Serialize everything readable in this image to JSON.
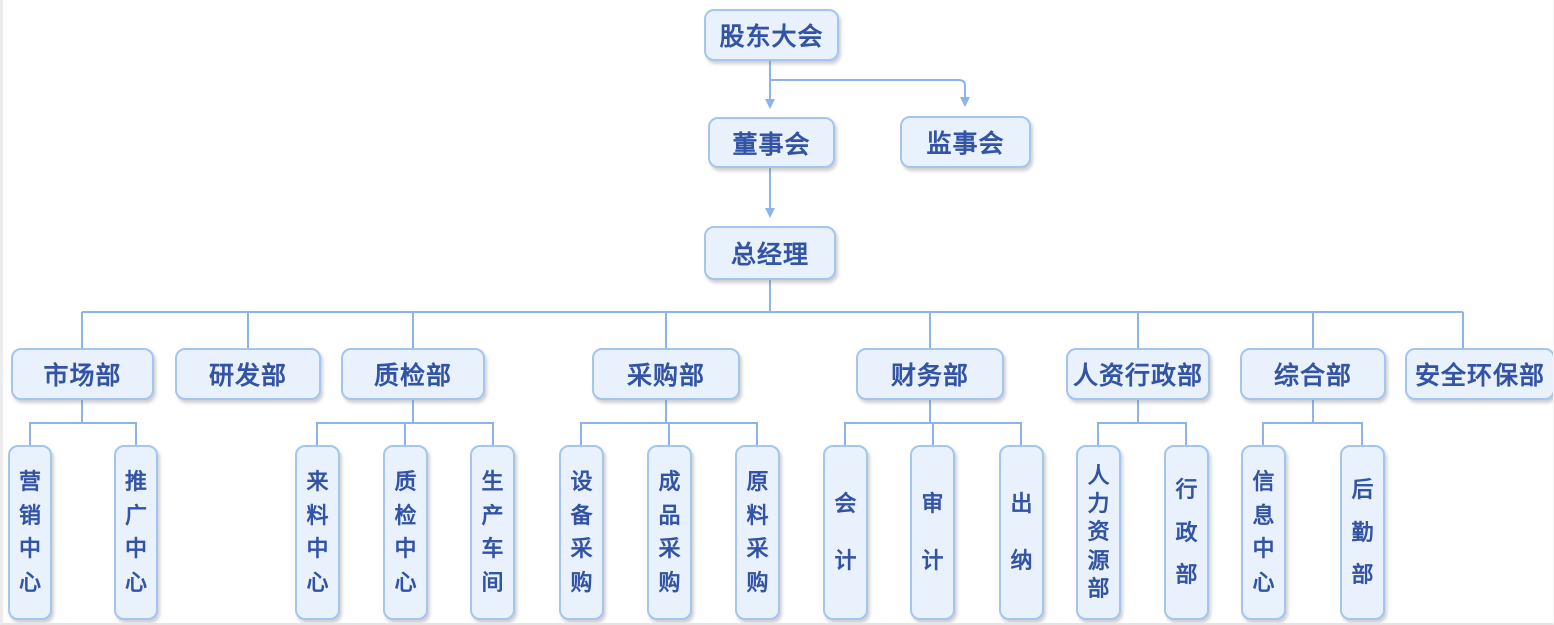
{
  "theme": {
    "node_fill": "#e9f1fd",
    "node_border": "#a3c6f1",
    "node_text": "#3353a4",
    "line_color": "#8ab4ea"
  },
  "org": {
    "level1": {
      "shareholders": "股东大会"
    },
    "level2": {
      "board": "董事会",
      "supervisory": "监事会"
    },
    "level3": {
      "general_manager": "总经理"
    },
    "departments": [
      {
        "label": "市场部",
        "children": [
          "营销中心",
          "推广中心"
        ]
      },
      {
        "label": "研发部",
        "children": []
      },
      {
        "label": "质检部",
        "children": [
          "来料中心",
          "质检中心",
          "生产车间"
        ]
      },
      {
        "label": "采购部",
        "children": [
          "设备采购",
          "成品采购",
          "原料采购"
        ]
      },
      {
        "label": "财务部",
        "children": [
          "会计",
          "审计",
          "出纳"
        ]
      },
      {
        "label": "人资行政部",
        "children": [
          "人力资源部",
          "行政部"
        ]
      },
      {
        "label": "综合部",
        "children": [
          "信息中心",
          "后勤部"
        ]
      },
      {
        "label": "安全环保部",
        "children": []
      }
    ]
  }
}
